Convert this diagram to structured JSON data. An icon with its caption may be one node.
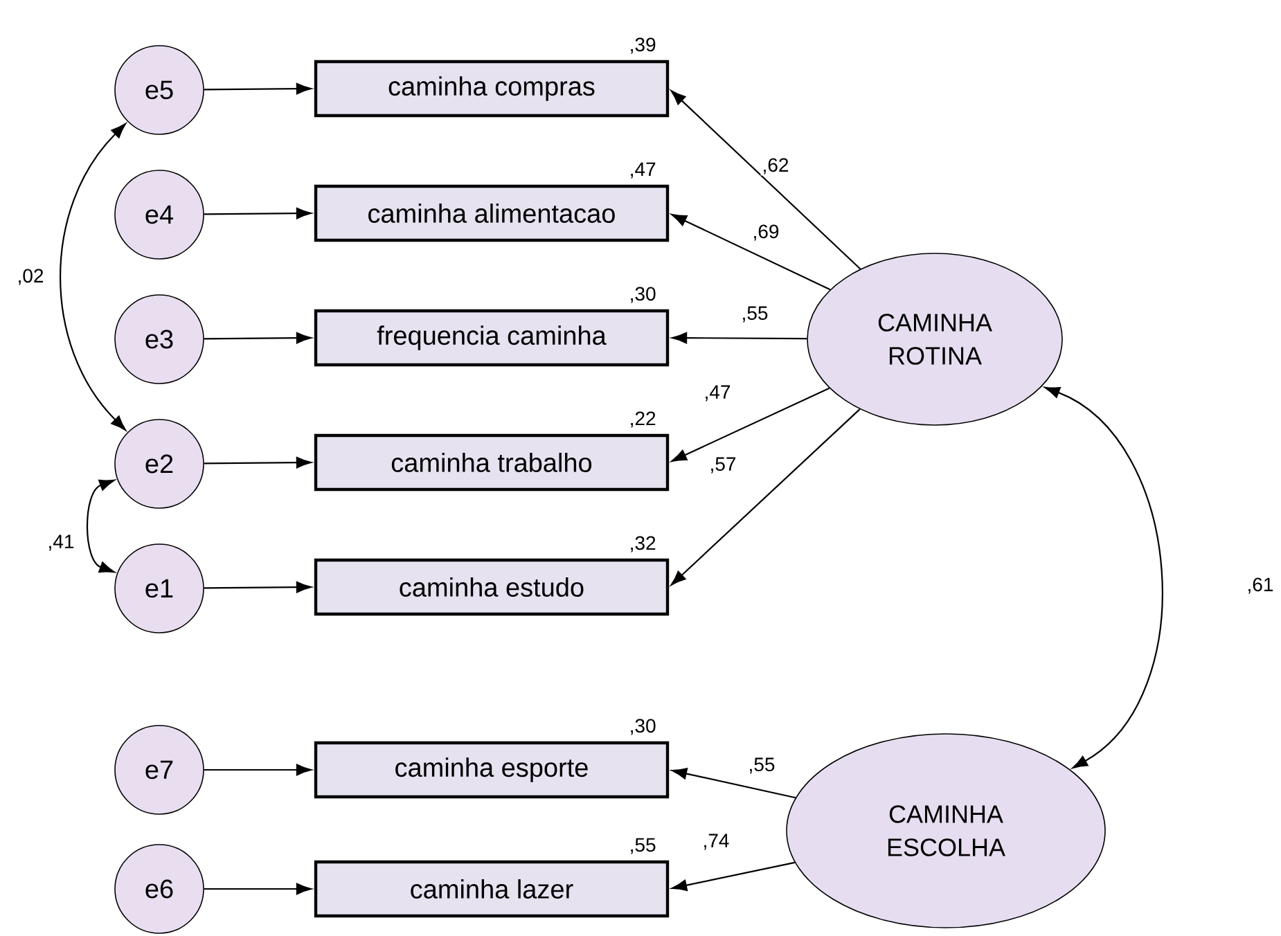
{
  "diagram": {
    "nodes": [
      {
        "text": [
          "e5"
        ]
      },
      {
        "text": [
          "e4"
        ]
      },
      {
        "text": [
          "e3"
        ]
      },
      {
        "text": [
          "e2"
        ]
      },
      {
        "text": [
          "e1"
        ]
      },
      {
        "text": [
          "e7"
        ]
      },
      {
        "text": [
          "e6"
        ]
      },
      {
        "text": [
          "caminha compras"
        ],
        "beside": [
          ",39"
        ]
      },
      {
        "text": [
          "caminha alimentacao"
        ],
        "beside": [
          ",47"
        ]
      },
      {
        "text": [
          "frequencia caminha"
        ],
        "beside": [
          ",30"
        ]
      },
      {
        "text": [
          "caminha trabalho"
        ],
        "beside": [
          ",22"
        ]
      },
      {
        "text": [
          "caminha estudo"
        ],
        "beside": [
          ",32"
        ]
      },
      {
        "text": [
          "caminha esporte"
        ],
        "beside": [
          ",30"
        ]
      },
      {
        "text": [
          "caminha lazer"
        ],
        "beside": [
          ",55"
        ]
      },
      {
        "text": [
          "CAMINHA ROTINA"
        ]
      },
      {
        "text": [
          "CAMINHA ESCOLHA"
        ]
      }
    ],
    "edges": [
      {
        "from": 0,
        "to": 7,
        "arrow": "to"
      },
      {
        "from": 1,
        "to": 8,
        "arrow": "to"
      },
      {
        "from": 2,
        "to": 9,
        "arrow": "to"
      },
      {
        "from": 3,
        "to": 10,
        "arrow": "to"
      },
      {
        "from": 4,
        "to": 11,
        "arrow": "to"
      },
      {
        "from": 5,
        "to": 12,
        "arrow": "to"
      },
      {
        "from": 6,
        "to": 13,
        "arrow": "to"
      },
      {
        "from": 14,
        "to": 7,
        "arrow": "to",
        "label": ",62"
      },
      {
        "from": 14,
        "to": 8,
        "arrow": "to",
        "label": ",69"
      },
      {
        "from": 14,
        "to": 9,
        "arrow": "to",
        "label": ",55"
      },
      {
        "from": 14,
        "to": 10,
        "arrow": "to",
        "label": ",47"
      },
      {
        "from": 14,
        "to": 11,
        "arrow": "to",
        "label": ",57"
      },
      {
        "from": 15,
        "to": 12,
        "arrow": "to",
        "label": ",55"
      },
      {
        "from": 15,
        "to": 13,
        "arrow": "to",
        "label": ",74"
      },
      {
        "from": 0,
        "to": 3,
        "arrow": "both",
        "label": ",02"
      },
      {
        "from": 3,
        "to": 4,
        "arrow": "both",
        "label": ",41"
      },
      {
        "from": 14,
        "to": 15,
        "arrow": "both",
        "label": ",61"
      }
    ]
  }
}
